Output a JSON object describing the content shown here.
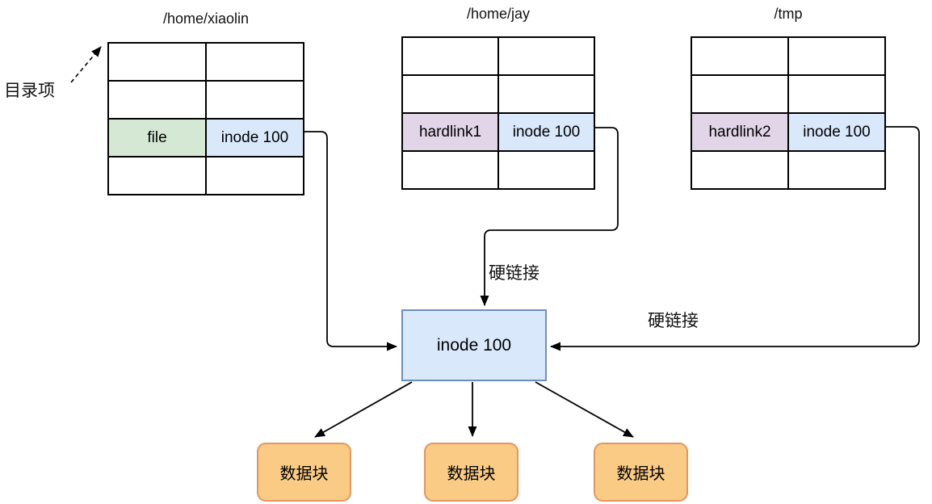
{
  "diagram": {
    "annotation": {
      "label": "目录项"
    },
    "directories": [
      {
        "title": "/home/xiaolin",
        "entry": {
          "name": "file",
          "inode": "inode 100"
        }
      },
      {
        "title": "/home/jay",
        "entry": {
          "name": "hardlink1",
          "inode": "inode 100"
        }
      },
      {
        "title": "/tmp",
        "entry": {
          "name": "hardlink2",
          "inode": "inode 100"
        }
      }
    ],
    "inode_box": {
      "label": "inode 100"
    },
    "edge_labels": {
      "top": "硬链接",
      "right": "硬链接"
    },
    "data_blocks": [
      {
        "label": "数据块"
      },
      {
        "label": "数据块"
      },
      {
        "label": "数据块"
      }
    ],
    "colors": {
      "green_fill": "#d5e8d4",
      "green_border": "#82b366",
      "blue_fill": "#dae8fc",
      "blue_border": "#6c8ebf",
      "purple_fill": "#e1d5e7",
      "purple_border": "#9673a6",
      "orange_fill": "#f9cb85",
      "orange_border": "#e59560",
      "line": "#000000"
    }
  }
}
